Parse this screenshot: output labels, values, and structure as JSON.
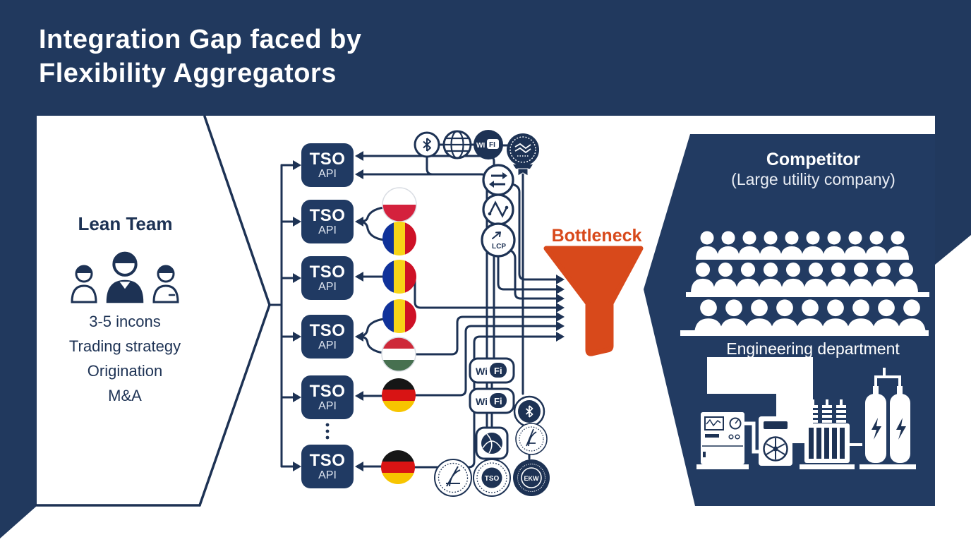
{
  "title": {
    "line1": "Integration Gap faced by",
    "line2": "Flexibility Aggregators"
  },
  "lean_team": {
    "heading": "Lean Team",
    "items": [
      "3-5 incons",
      "Trading strategy",
      "Origination",
      "M&A"
    ]
  },
  "tso_api": {
    "top": "TSO",
    "bottom": "API"
  },
  "flags": [
    "Poland",
    "Romania",
    "Romania",
    "Romania",
    "Hungary",
    "Germany",
    "Germany"
  ],
  "icons": {
    "top_row": [
      "bluetooth",
      "globe",
      "wifi",
      "certification-badge"
    ],
    "middle": [
      "swap-arrows",
      "signal-waveform",
      "lcp-gauge"
    ],
    "lower": [
      "wifi-badge",
      "wifi-badge",
      "bluetooth",
      "globe-tile",
      "emblem-seal",
      "tso-seal",
      "ekw-seal"
    ],
    "wifi_wi": "Wi",
    "wifi_fi": "Fi",
    "wifi_top_wi": "WI",
    "wifi_top_fi": "FI",
    "lcp_label": "LCP",
    "seal_tso_label": "TSO",
    "seal_ekw_label": "EKW"
  },
  "bottleneck": {
    "label": "Bottleneck"
  },
  "competitor": {
    "heading": "Competitor",
    "subheading": "(Large utility company)",
    "department_label": "Engineering department"
  },
  "colors": {
    "background": "#21395E",
    "ink": "#1D3254",
    "panel": "#223B62",
    "accent_orange": "#D8491B",
    "white": "#FFFFFF"
  }
}
